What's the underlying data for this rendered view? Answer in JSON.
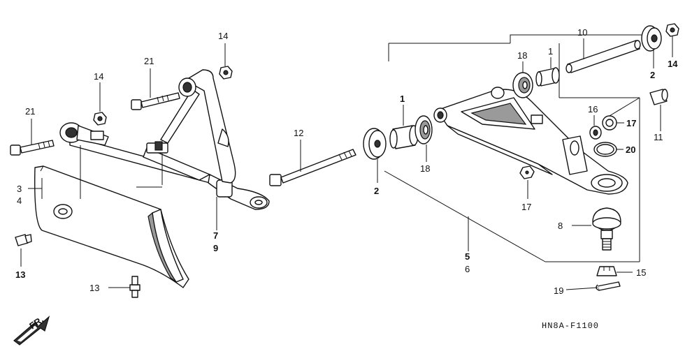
{
  "diagram_code": "HN8A-F1100",
  "direction_label": "FR.",
  "callouts": [
    {
      "id": "c14a",
      "text": "14"
    },
    {
      "id": "c21a",
      "text": "21"
    },
    {
      "id": "c14b",
      "text": "14"
    },
    {
      "id": "c21b",
      "text": "21"
    },
    {
      "id": "c3",
      "text": "3"
    },
    {
      "id": "c4",
      "text": "4"
    },
    {
      "id": "c13a",
      "text": "13"
    },
    {
      "id": "c13b",
      "text": "13"
    },
    {
      "id": "c7",
      "text": "7"
    },
    {
      "id": "c9",
      "text": "9"
    },
    {
      "id": "c12",
      "text": "12"
    },
    {
      "id": "c2a",
      "text": "2"
    },
    {
      "id": "c1a",
      "text": "1"
    },
    {
      "id": "c18a",
      "text": "18"
    },
    {
      "id": "c18b",
      "text": "18"
    },
    {
      "id": "c1b",
      "text": "1"
    },
    {
      "id": "c10",
      "text": "10"
    },
    {
      "id": "c2b",
      "text": "2"
    },
    {
      "id": "c14c",
      "text": "14"
    },
    {
      "id": "c16",
      "text": "16"
    },
    {
      "id": "c17a",
      "text": "17"
    },
    {
      "id": "c11",
      "text": "11"
    },
    {
      "id": "c20",
      "text": "20"
    },
    {
      "id": "c17b",
      "text": "17"
    },
    {
      "id": "c8",
      "text": "8"
    },
    {
      "id": "c5",
      "text": "5"
    },
    {
      "id": "c6",
      "text": "6"
    },
    {
      "id": "c15",
      "text": "15"
    },
    {
      "id": "c19",
      "text": "19"
    }
  ]
}
